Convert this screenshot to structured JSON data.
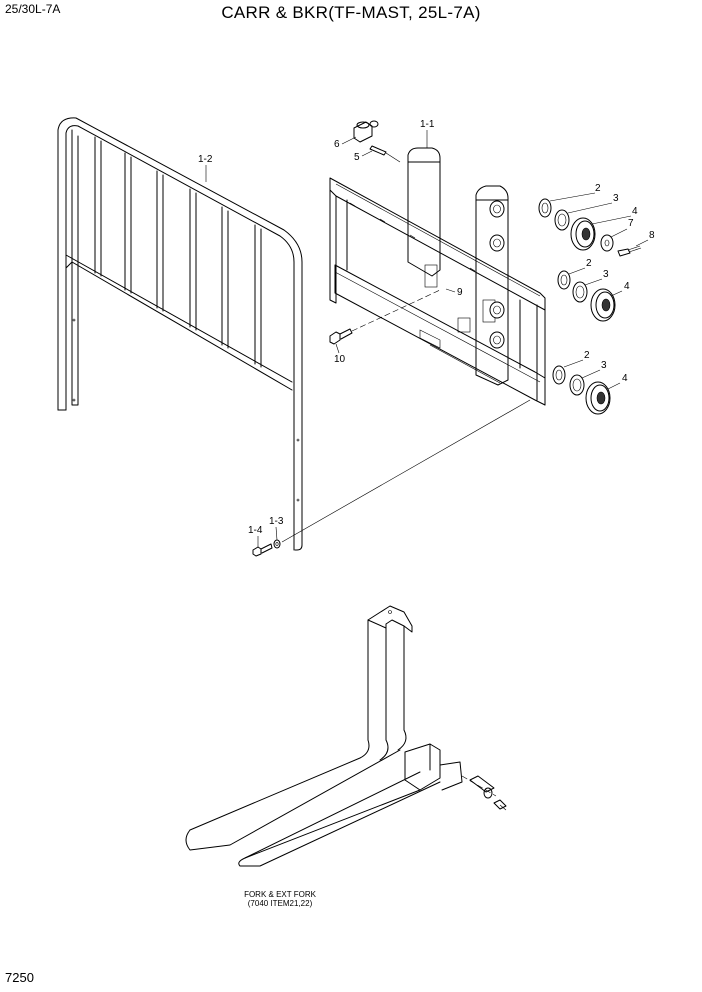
{
  "header": {
    "model": "25/30L-7A",
    "title": "CARR & BKR(TF-MAST, 25L-7A)"
  },
  "footer": {
    "page_number": "7250"
  },
  "callouts": {
    "c1_1": "1-1",
    "c1_2": "1-2",
    "c1_3": "1-3",
    "c1_4": "1-4",
    "c2a": "2",
    "c2b": "2",
    "c2c": "2",
    "c3a": "3",
    "c3b": "3",
    "c3c": "3",
    "c4a": "4",
    "c4b": "4",
    "c4c": "4",
    "c5": "5",
    "c6": "6",
    "c7": "7",
    "c8": "8",
    "c9": "9",
    "c10": "10"
  },
  "fork_caption": {
    "line1": "FORK & EXT FORK",
    "line2": "(7040 ITEM21,22)"
  }
}
